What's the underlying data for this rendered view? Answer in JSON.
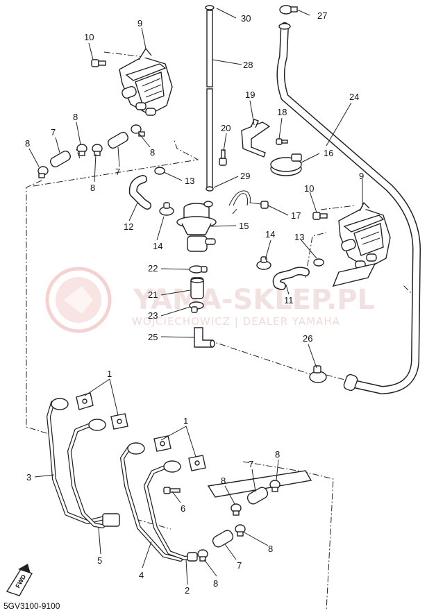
{
  "watermark": {
    "title": "YAMA-SKLEP.PL",
    "subtitle": "WOJCIECHOWICZ | DEALER YAMAHA",
    "logo_color": "#e9a3a3"
  },
  "footer": {
    "drawing_code": "5GV3100-9100",
    "direction_badge": "FWD"
  },
  "callouts": {
    "c1a": "1",
    "c1b": "1",
    "c2": "2",
    "c3": "3",
    "c4": "4",
    "c5": "5",
    "c6": "6",
    "c7a": "7",
    "c7b": "7",
    "c7c": "7",
    "c7d": "7",
    "c8a": "8",
    "c8b": "8",
    "c8c": "8",
    "c8d": "8",
    "c8e": "8",
    "c8f": "8",
    "c8g": "8",
    "c8h": "8",
    "c9a": "9",
    "c9b": "9",
    "c10a": "10",
    "c10b": "10",
    "c11": "11",
    "c12": "12",
    "c13a": "13",
    "c13b": "13",
    "c14a": "14",
    "c14b": "14",
    "c15": "15",
    "c16": "16",
    "c17": "17",
    "c18": "18",
    "c19": "19",
    "c20": "20",
    "c21": "21",
    "c22": "22",
    "c23": "23",
    "c24": "24",
    "c25": "25",
    "c26": "26",
    "c27": "27",
    "c28": "28",
    "c29": "29",
    "c30": "30"
  }
}
